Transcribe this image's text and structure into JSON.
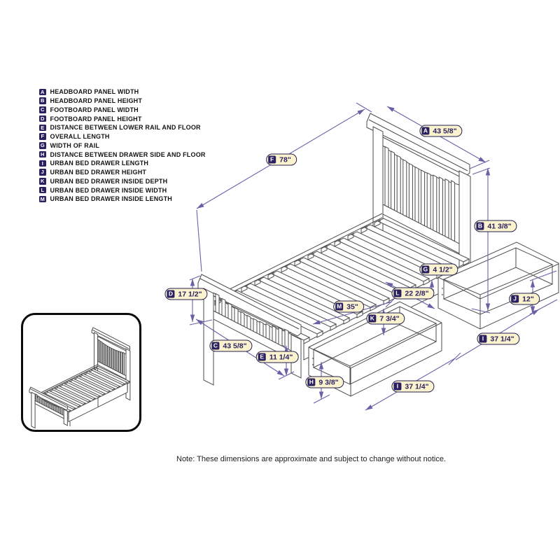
{
  "legend": {
    "items": [
      {
        "letter": "A",
        "label": "HEADBOARD PANEL WIDTH"
      },
      {
        "letter": "B",
        "label": "HEADBOARD PANEL HEIGHT"
      },
      {
        "letter": "C",
        "label": "FOOTBOARD PANEL WIDTH"
      },
      {
        "letter": "D",
        "label": "FOOTBOARD PANEL HEIGHT"
      },
      {
        "letter": "E",
        "label": "DISTANCE BETWEEN LOWER RAIL AND FLOOR"
      },
      {
        "letter": "F",
        "label": "OVERALL LENGTH"
      },
      {
        "letter": "G",
        "label": "WIDTH OF RAIL"
      },
      {
        "letter": "H",
        "label": "DISTANCE BETWEEN DRAWER SIDE AND FLOOR"
      },
      {
        "letter": "I",
        "label": "URBAN BED DRAWER LENGTH"
      },
      {
        "letter": "J",
        "label": "URBAN BED DRAWER HEIGHT"
      },
      {
        "letter": "K",
        "label": "URBAN BED DRAWER INSIDE DEPTH"
      },
      {
        "letter": "L",
        "label": "URBAN BED DRAWER INSIDE WIDTH"
      },
      {
        "letter": "M",
        "label": "URBAN BED DRAWER INSIDE LENGTH"
      }
    ]
  },
  "dims": {
    "A": {
      "letter": "A",
      "value": "43 5/8\""
    },
    "B": {
      "letter": "B",
      "value": "41 3/8\""
    },
    "C": {
      "letter": "C",
      "value": "43 5/8\""
    },
    "D": {
      "letter": "D",
      "value": "17 1/2\""
    },
    "E": {
      "letter": "E",
      "value": "11 1/4\""
    },
    "F": {
      "letter": "F",
      "value": "78\""
    },
    "G": {
      "letter": "G",
      "value": "4 1/2\""
    },
    "H": {
      "letter": "H",
      "value": "9 3/8\""
    },
    "I": {
      "letter": "I",
      "value": "37 1/4\""
    },
    "J": {
      "letter": "J",
      "value": "12\""
    },
    "K": {
      "letter": "K",
      "value": "7 3/4\""
    },
    "L": {
      "letter": "L",
      "value": "22 2/8\""
    },
    "M": {
      "letter": "M",
      "value": "35\""
    }
  },
  "note": "Note:  These dimensions are approximate and subject to change without notice.",
  "colors": {
    "dimension_line": "#6C5FA8",
    "drawing_line": "#4d4d4d",
    "pill_background": "#FAF3CD",
    "badge_background": "#2B2161",
    "pill_border": "#262052"
  }
}
